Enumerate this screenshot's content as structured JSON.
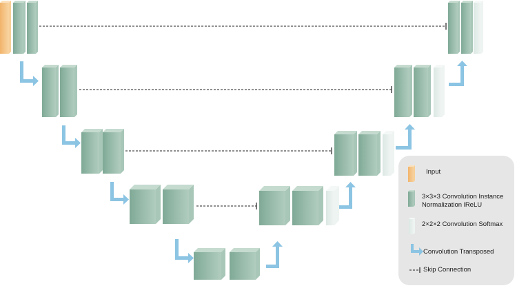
{
  "colors": {
    "input_front": "#f2b46a",
    "input_side": "#f7cf97",
    "input_top": "#fbe1bd",
    "conv_front": "#7fa996",
    "conv_side": "#a8c7b8",
    "conv_top": "#c5dbcf",
    "softmax_front": "#dbe7e3",
    "softmax_side": "#eef4f1",
    "softmax_top": "#f4f8f6",
    "arrow": "#8cc4e3",
    "skip_line": "#222222",
    "legend_bg": "#e6e6e6"
  },
  "legend": {
    "input": "Input",
    "conv": "3×3×3 Convolution Instance Normalization lReLU",
    "softmax": "2×2×2 Convolution Softmax",
    "transposed": "Convolution Transposed",
    "skip": "Skip Connection"
  }
}
